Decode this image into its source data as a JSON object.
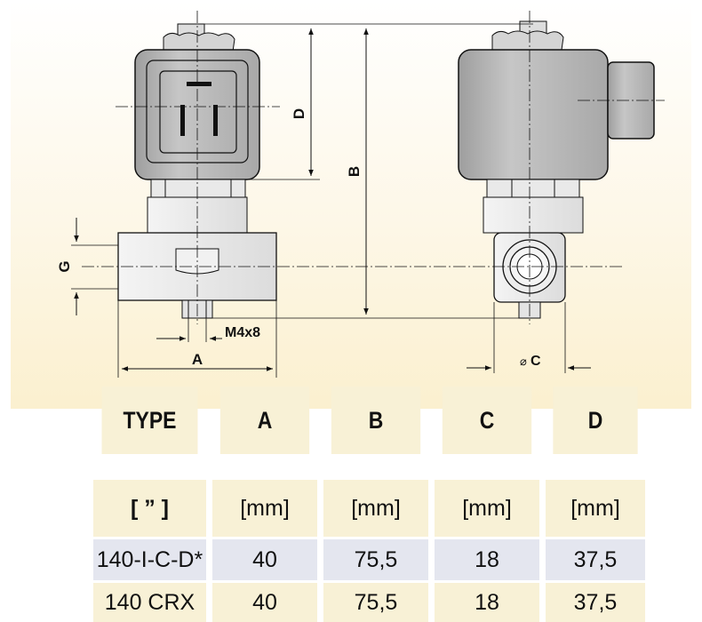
{
  "dimension_labels": {
    "d": "D",
    "b": "B",
    "g": "G",
    "thread": "M4x8",
    "a": "A",
    "c_symbol": "⌀",
    "c": "C"
  },
  "table": {
    "headers": [
      "TYPE",
      "A",
      "B",
      "C",
      "D"
    ],
    "units": [
      "[ ” ]",
      "[mm]",
      "[mm]",
      "[mm]",
      "[mm]"
    ],
    "rows": [
      [
        "140-I-C-D*",
        "40",
        "75,5",
        "18",
        "37,5"
      ],
      [
        "140 CRX",
        "40",
        "75,5",
        "18",
        "37,5"
      ]
    ]
  },
  "colors": {
    "coil": "#bdbdbd",
    "body": "#ececec",
    "header_cell": "#f8f1d6",
    "row_highlight": "#e4e6ef"
  }
}
